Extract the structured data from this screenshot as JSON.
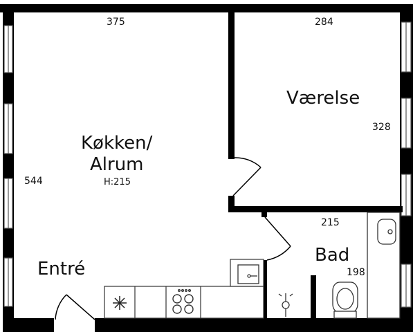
{
  "rooms": {
    "kitchen": {
      "name_line1": "Køkken/",
      "name_line2": "Alrum",
      "height": "H:215"
    },
    "bedroom": {
      "name": "Værelse"
    },
    "bathroom": {
      "name": "Bad"
    },
    "entrance": {
      "name": "Entré"
    }
  },
  "dimensions": {
    "kitchen_width": "375",
    "kitchen_depth": "544",
    "bedroom_width": "284",
    "bedroom_depth": "328",
    "bath_width": "215",
    "bath_depth": "198"
  },
  "colors": {
    "wall": "#000000",
    "window_frame": "#555555",
    "background": "#ffffff",
    "fixture_stroke": "#444444"
  }
}
